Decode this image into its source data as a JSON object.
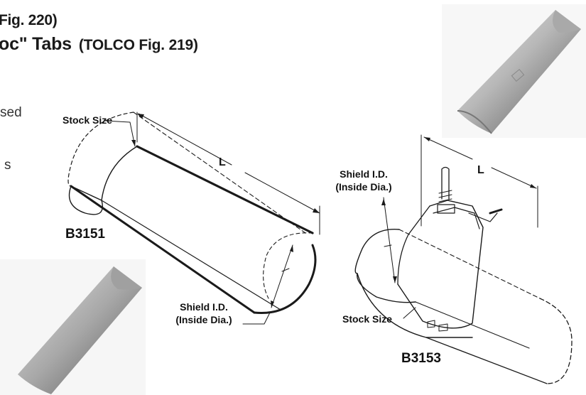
{
  "header": {
    "line1": "Fig. 220)",
    "line2_main": "oc\" Tabs",
    "line2_fig": "(TOLCO Fig. 219)"
  },
  "side_fragments": {
    "f1": "sed",
    "f2": "s"
  },
  "left_drawing": {
    "stock_size_label": "Stock Size",
    "length_label": "L",
    "model": "B3151",
    "shield_label_line1": "Shield I.D.",
    "shield_label_line2": "(Inside Dia.)"
  },
  "right_drawing": {
    "shield_label_line1": "Shield I.D.",
    "shield_label_line2": "(Inside Dia.)",
    "length_label": "L",
    "stock_size_label": "Stock Size",
    "model": "B3153"
  },
  "colors": {
    "line": "#1a1a1a",
    "metal_light": "#c9c9c9",
    "metal_dark": "#6e6e6e"
  }
}
